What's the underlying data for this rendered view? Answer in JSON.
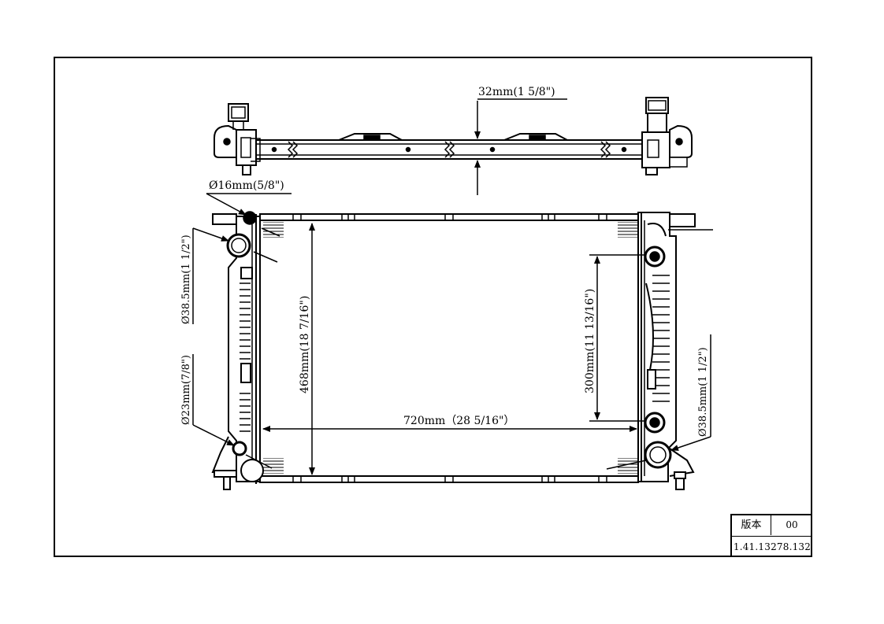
{
  "dimensions": {
    "core_thickness": "32mm(1 5/8\")",
    "small_port_dia": "Ø16mm(5/8\")",
    "inlet_dia_left": "Ø38.5mm(1 1/2\")",
    "fitting_dia": "Ø23mm(7/8\")",
    "core_height": "468mm(18 7/16\")",
    "core_width": "720mm（28 5/16\"）",
    "mount_spacing": "300mm(11 13/16\")",
    "outlet_dia_right": "Ø38.5mm(1 1/2\")"
  },
  "title_block": {
    "version_label": "版本",
    "version_value": "00",
    "part_number": "1.41.13278.132"
  },
  "colors": {
    "line": "#000000",
    "background": "#ffffff"
  }
}
